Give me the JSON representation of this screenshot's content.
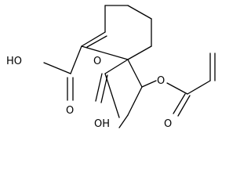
{
  "molecule": {
    "labels": {
      "ring_acid_hydroxyl": "HO",
      "ring_acid_carbonyl": "O",
      "quaternary_acid_carbonyl": "O",
      "quaternary_acid_hydroxyl": "OH",
      "ether_oxygen": "O",
      "ester_carbonyl": "O"
    },
    "colors": {
      "bond": "#000000",
      "label": "#000000",
      "background": "#ffffff"
    }
  }
}
